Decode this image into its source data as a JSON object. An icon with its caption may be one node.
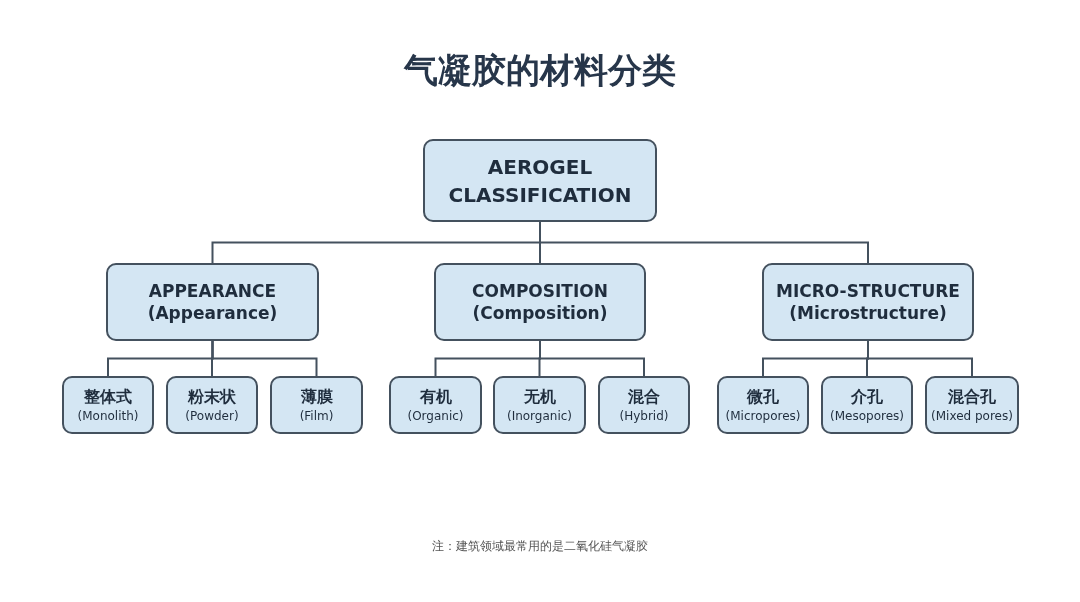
{
  "diagram": {
    "title": "气凝胶的材料分类",
    "nodes": [
      {
        "text": [
          "AEROGEL CLASSIFICATION"
        ]
      },
      {
        "text": [
          "APPEARANCE",
          "(Appearance)"
        ]
      },
      {
        "text": [
          "COMPOSITION",
          "(Composition)"
        ]
      },
      {
        "text": [
          "MICRO-STRUCTURE",
          "(Microstructure)"
        ]
      },
      {
        "text": [
          "整体式",
          "(Monolith)"
        ]
      },
      {
        "text": [
          "粉末状",
          "(Powder)"
        ]
      },
      {
        "text": [
          "薄膜",
          "(Film)"
        ]
      },
      {
        "text": [
          "有机",
          "(Organic)"
        ]
      },
      {
        "text": [
          "无机",
          "(Inorganic)"
        ]
      },
      {
        "text": [
          "混合",
          "(Hybrid)"
        ]
      },
      {
        "text": [
          "微孔",
          "(Micropores)"
        ]
      },
      {
        "text": [
          "介孔",
          "(Mesopores)"
        ]
      },
      {
        "text": [
          "混合孔",
          "(Mixed pores)"
        ]
      }
    ],
    "edges": [
      {
        "from": 0,
        "to": 1,
        "arrow": "none"
      },
      {
        "from": 0,
        "to": 2,
        "arrow": "none"
      },
      {
        "from": 0,
        "to": 3,
        "arrow": "none"
      },
      {
        "from": 1,
        "to": 4,
        "arrow": "none"
      },
      {
        "from": 1,
        "to": 5,
        "arrow": "none"
      },
      {
        "from": 1,
        "to": 6,
        "arrow": "none"
      },
      {
        "from": 2,
        "to": 7,
        "arrow": "none"
      },
      {
        "from": 2,
        "to": 8,
        "arrow": "none"
      },
      {
        "from": 2,
        "to": 9,
        "arrow": "none"
      },
      {
        "from": 3,
        "to": 10,
        "arrow": "none"
      },
      {
        "from": 3,
        "to": 11,
        "arrow": "none"
      },
      {
        "from": 3,
        "to": 12,
        "arrow": "none"
      }
    ],
    "labels": [
      "注：建筑领域最常用的是二氧化硅气凝胶"
    ]
  }
}
